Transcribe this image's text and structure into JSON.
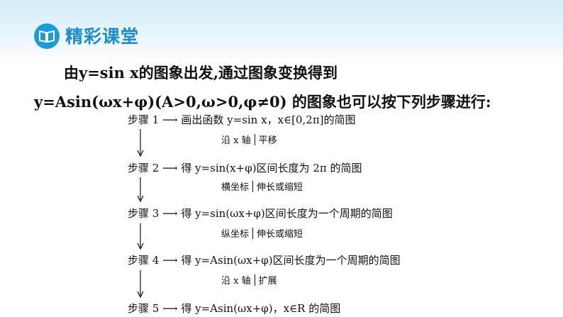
{
  "header": {
    "title": "精彩课堂",
    "icon": "book-icon",
    "accent": "#1e9bd7"
  },
  "intro": {
    "line1": "由y=sin x的图象出发,通过图象变换得到",
    "line2": "y=Asin(ωx+φ)(A>0,ω>0,φ≠0) 的图象也可以按下列步骤进行:"
  },
  "steps": [
    {
      "text": "步骤 1 ⟶ 画出函数 y=sin x，x∈[0,2π]的简图"
    },
    {
      "text": "步骤 2 ⟶ 得 y=sin(x+φ)区间长度为 2π 的简图"
    },
    {
      "text": "步骤 3 ⟶ 得 y=sin(ωx+φ)区间长度为一个周期的简图"
    },
    {
      "text": "步骤 4 ⟶ 得 y=Asin(ωx+φ)区间长度为一个周期的简图"
    },
    {
      "text": "步骤 5 ⟶ 得 y=Asin(ωx+φ)，x∈R 的简图"
    }
  ],
  "transforms": [
    {
      "left": "沿 x 轴",
      "right": "平移"
    },
    {
      "left": "横坐标",
      "right": "伸长或缩短"
    },
    {
      "left": "纵坐标",
      "right": "伸长或缩短"
    },
    {
      "left": "沿 x 轴",
      "right": "扩展"
    }
  ]
}
